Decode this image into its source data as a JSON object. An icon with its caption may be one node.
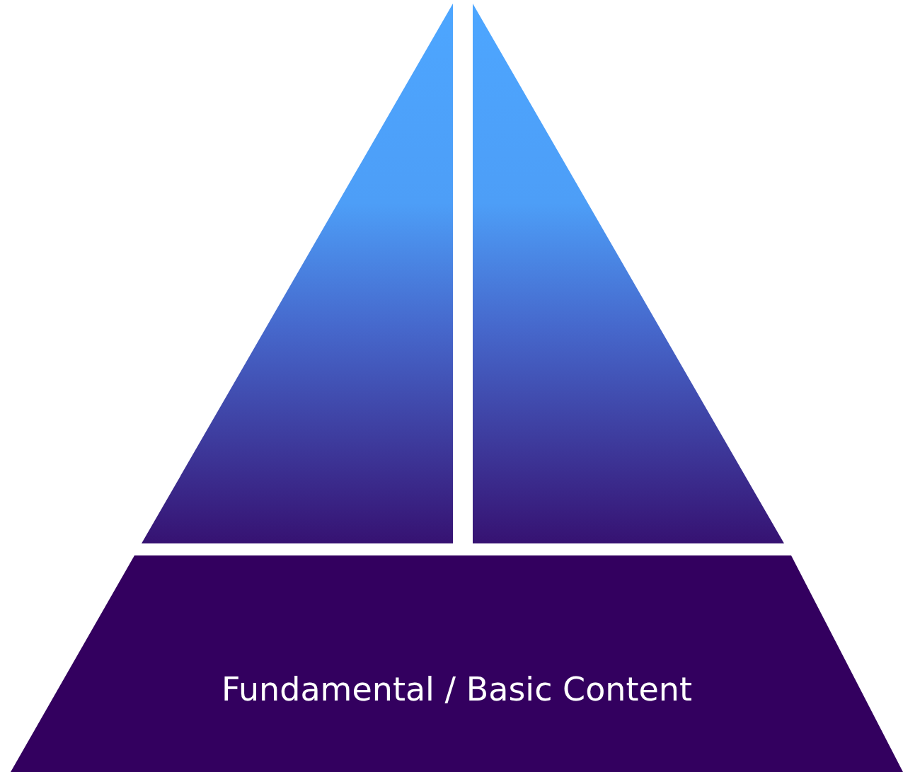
{
  "diagram": {
    "nodes": [
      {
        "text": [],
        "shape": "triangle"
      },
      {
        "text": [],
        "shape": "triangle"
      },
      {
        "text": [
          "Fundamental / Basic Content"
        ]
      }
    ]
  }
}
